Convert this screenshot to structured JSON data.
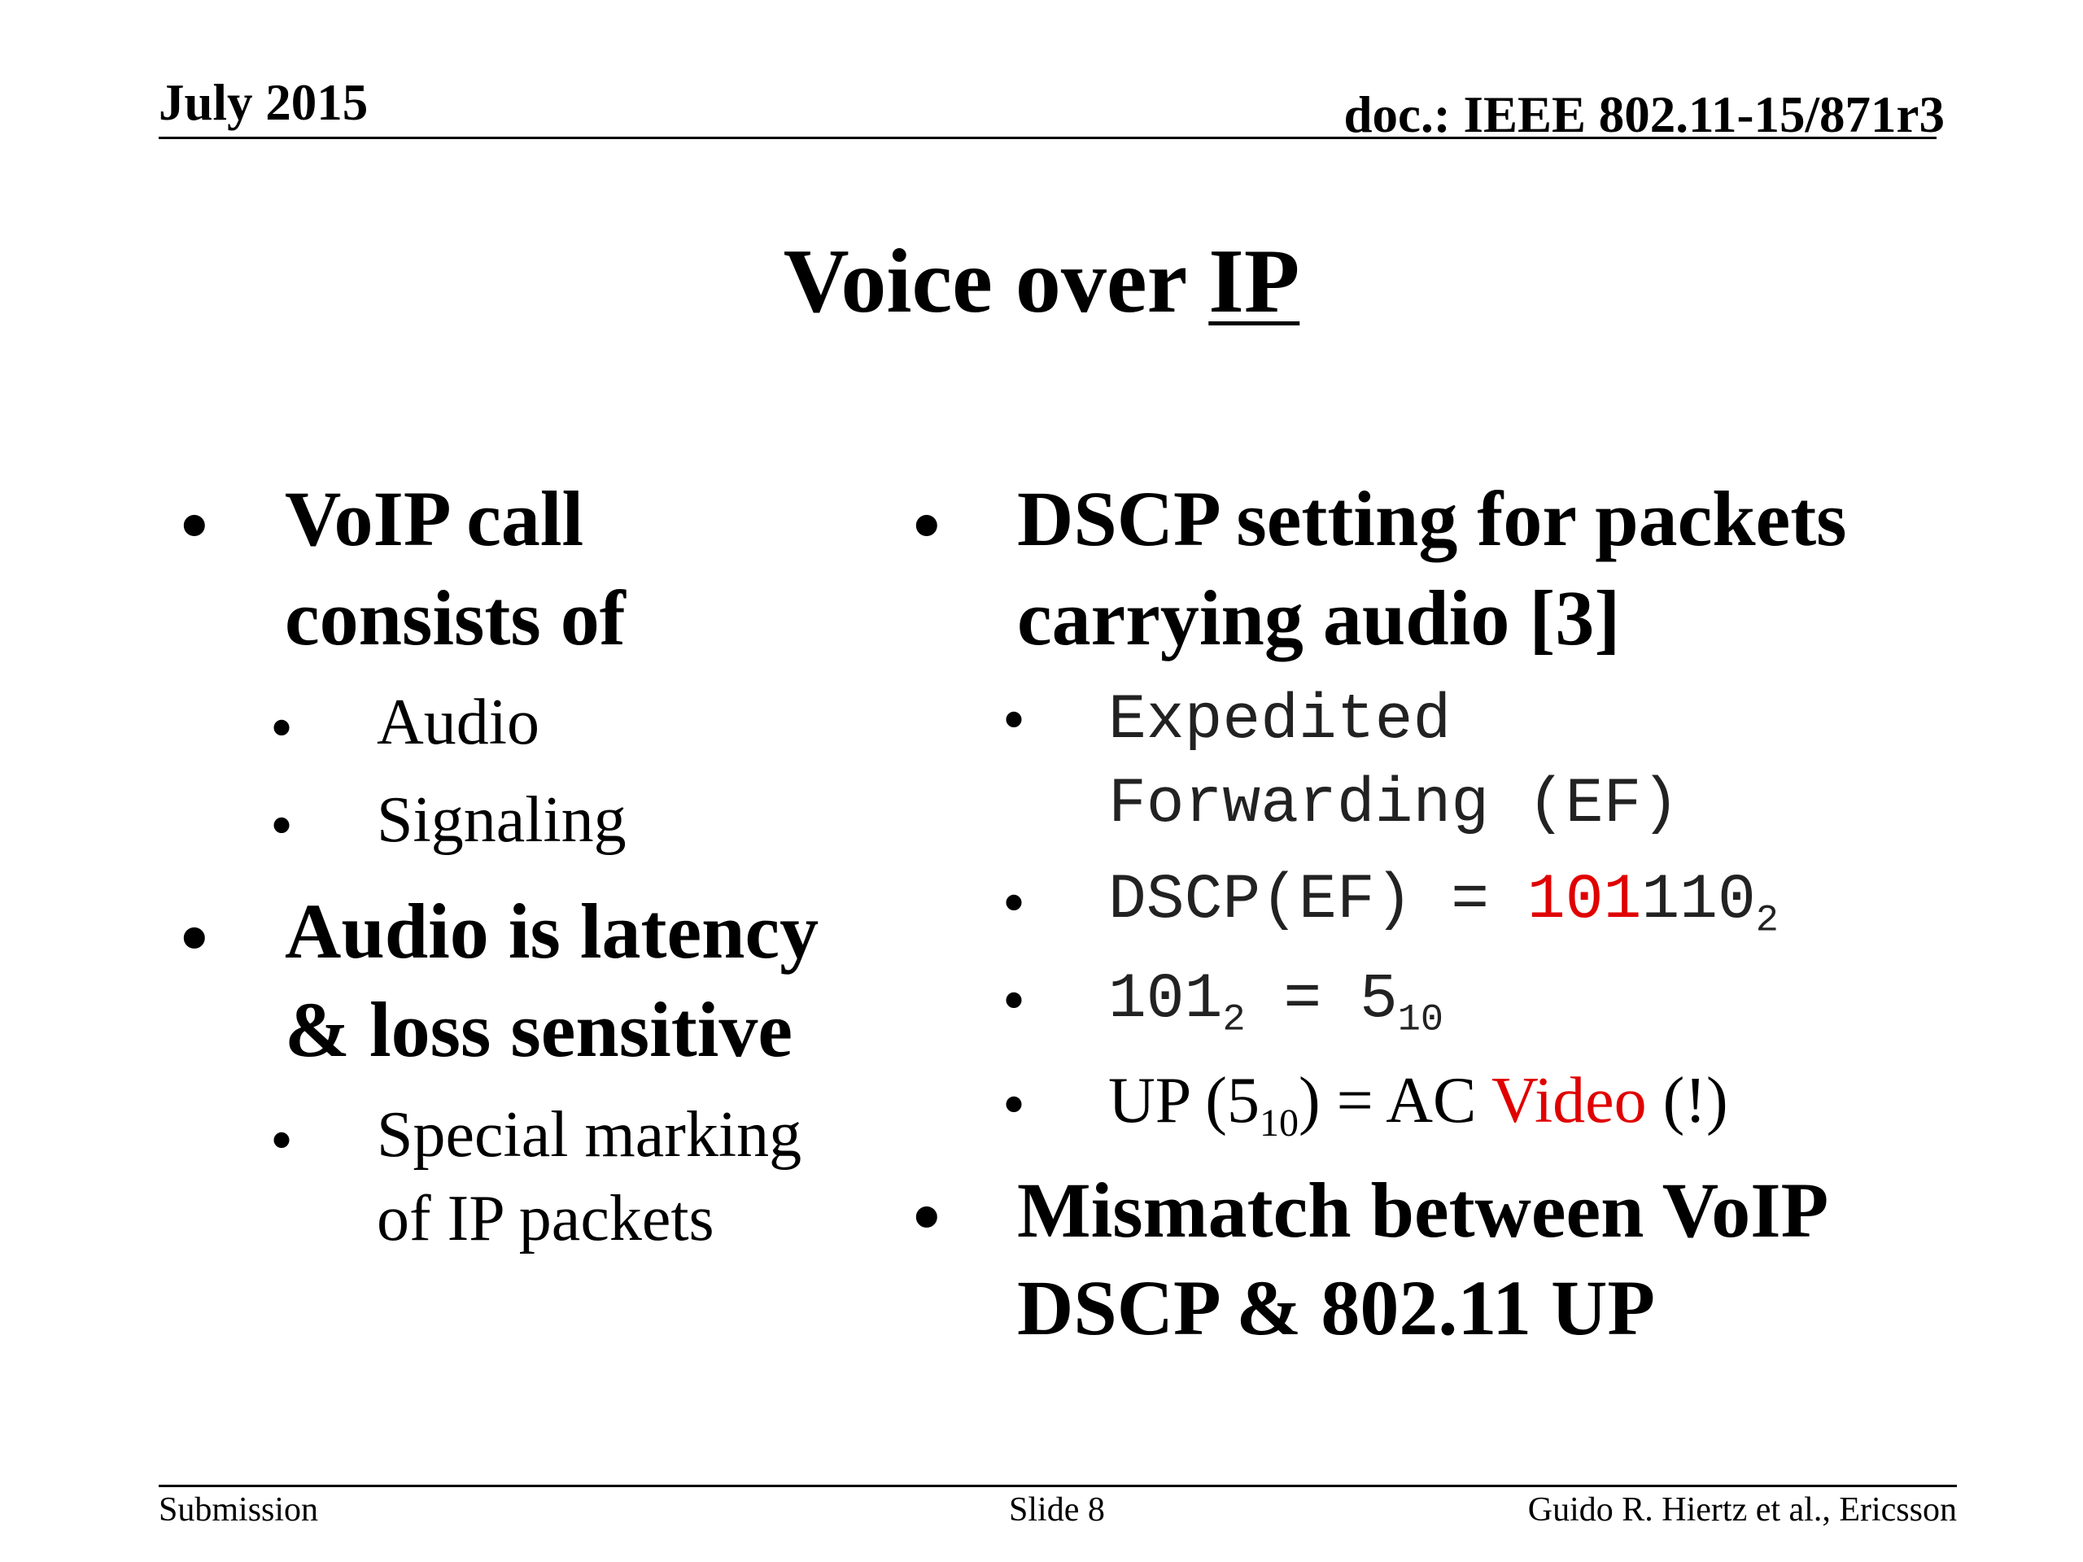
{
  "header": {
    "date": "July 2015",
    "doc_id": "doc.: IEEE 802.11-15/871r3"
  },
  "title": {
    "prefix": "Voice over ",
    "underlined": "IP"
  },
  "bullet_glyph": "•",
  "left_column": {
    "b1_line1": "VoIP call",
    "b1_line2": "consists of",
    "b1_sub1": "Audio",
    "b1_sub2": "Signaling",
    "b2_line1": "Audio is latency",
    "b2_line2": "& loss sensitive",
    "b2_sub1_line1": "Special marking",
    "b2_sub1_line2": "of IP packets"
  },
  "right_column": {
    "b1_line1": "DSCP setting for packets",
    "b1_line2": "carrying audio [3]",
    "sub1_line1": "Expedited",
    "sub1_line2": "Forwarding (EF)",
    "sub2_prefix": "DSCP(EF) = ",
    "sub2_red": "101",
    "sub2_rest": "110",
    "sub2_base": "2",
    "sub3_num": "101",
    "sub3_base": "2",
    "sub3_eq": " = 5",
    "sub3_base2": "10",
    "sub4_prefix": "UP (5",
    "sub4_base": "10",
    "sub4_mid": ") = AC ",
    "sub4_red": "Video",
    "sub4_suffix": " (!)",
    "b2_line1": "Mismatch between VoIP",
    "b2_line2": "DSCP & 802.11 UP"
  },
  "footer": {
    "left": "Submission",
    "center": "Slide 8",
    "right": "Guido R. Hiertz et al., Ericsson"
  },
  "colors": {
    "accent_red": "#e00000"
  }
}
